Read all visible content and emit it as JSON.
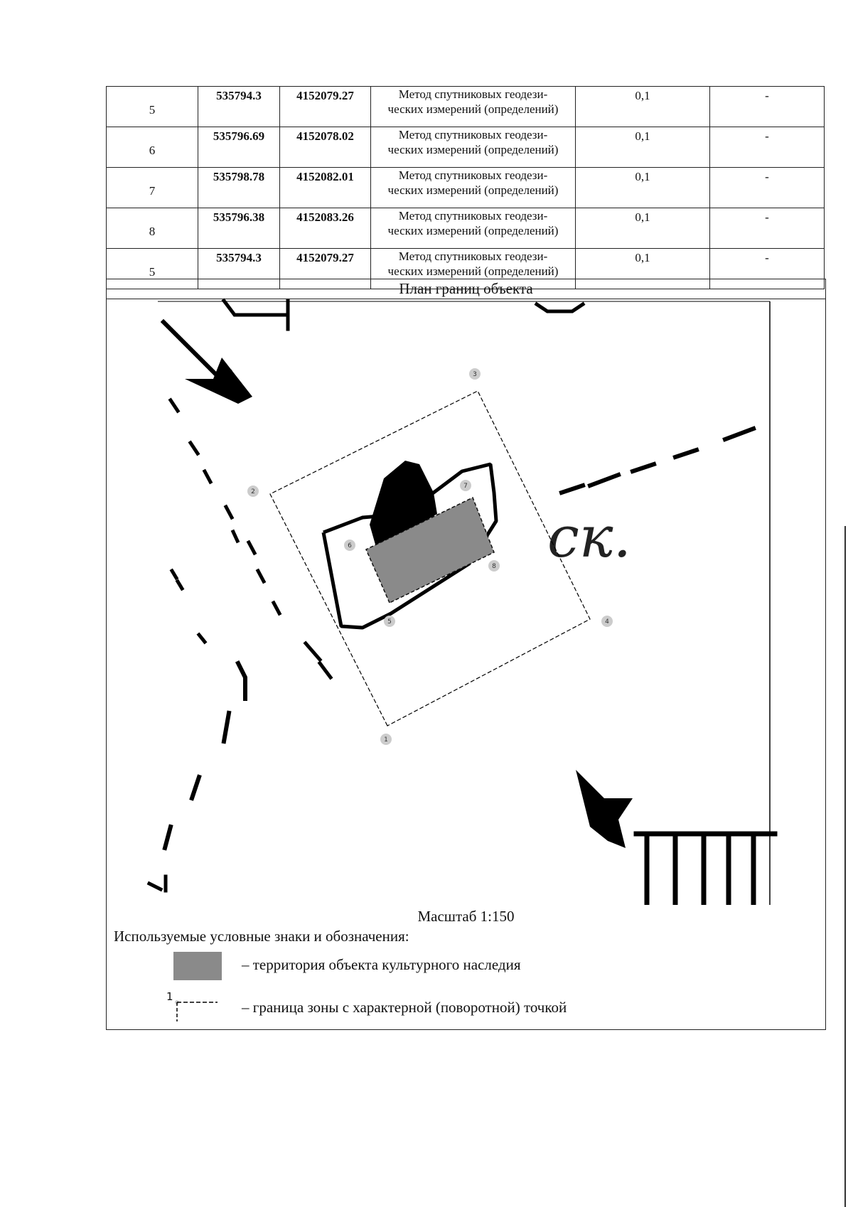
{
  "coordinates_table": {
    "rows": [
      {
        "point": "5",
        "x": "535794.3",
        "y": "4152079.27",
        "method_line1": "Метод спутниковых геодези-",
        "method_line2": "ческих измерений (определений)",
        "accuracy": "0,1",
        "extra": "-"
      },
      {
        "point": "6",
        "x": "535796.69",
        "y": "4152078.02",
        "method_line1": "Метод спутниковых геодези-",
        "method_line2": "ческих измерений (определений)",
        "accuracy": "0,1",
        "extra": "-"
      },
      {
        "point": "7",
        "x": "535798.78",
        "y": "4152082.01",
        "method_line1": "Метод спутниковых геодези-",
        "method_line2": "ческих измерений (определений)",
        "accuracy": "0,1",
        "extra": "-"
      },
      {
        "point": "8",
        "x": "535796.38",
        "y": "4152083.26",
        "method_line1": "Метод спутниковых геодези-",
        "method_line2": "ческих измерений (определений)",
        "accuracy": "0,1",
        "extra": "-"
      },
      {
        "point": "5",
        "x": "535794.3",
        "y": "4152079.27",
        "method_line1": "Метод спутниковых геодези-",
        "method_line2": "ческих измерений (определений)",
        "accuracy": "0,1",
        "extra": "-"
      }
    ]
  },
  "plan": {
    "title": "План границ объекта",
    "map_text": "ск.",
    "point_labels": [
      "1",
      "2",
      "3",
      "4",
      "5",
      "6",
      "7",
      "8"
    ],
    "scale": "Масштаб 1:150",
    "colors": {
      "heritage_territory": "#8a8a8a",
      "lines": "#000000"
    }
  },
  "legend": {
    "title": "Используемые условные знаки и обозначения:",
    "item1": "– территория объекта культурного наследия",
    "item2_point": "1",
    "item2": "– граница зоны с характерной (поворотной) точкой"
  }
}
